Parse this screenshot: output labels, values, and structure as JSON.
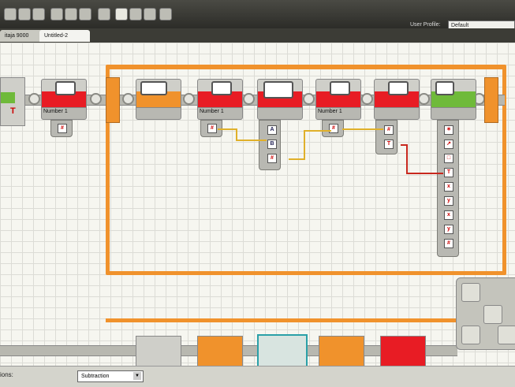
{
  "toolbar": {
    "tools": [
      "new-icon",
      "open-icon",
      "save-icon",
      "cut-icon",
      "copy-icon",
      "paste-icon",
      "undo-icon",
      "redo-icon",
      "pointer-icon",
      "pan-icon",
      "comment-icon",
      "config-icon"
    ],
    "user_profile_label": "User Profile:",
    "user_profile_value": "Default"
  },
  "tabs": [
    {
      "label": "itaja 9000",
      "active": false
    },
    {
      "label": "Untitled-2",
      "active": true
    }
  ],
  "blocks": {
    "variable_1": {
      "label": "Number 1"
    },
    "variable_2": {
      "label": "Number 1"
    },
    "variable_3": {
      "label": "Number 1"
    },
    "math_plugs": [
      "A",
      "B",
      "#"
    ],
    "display_plugs": [
      "✶",
      "↗",
      "□",
      "T",
      "x",
      "y",
      "x",
      "y",
      "#"
    ],
    "sym_T": "T",
    "sym_hash": "#"
  },
  "bottom": {
    "options_label": "ions:",
    "operation_value": "Subtraction",
    "dropdown_arrow": "▼"
  },
  "colors": {
    "loop": "#f0922c",
    "variable_band": "#e81c24",
    "wire_number": "#e0b02a",
    "wire_text": "#c8281e"
  }
}
